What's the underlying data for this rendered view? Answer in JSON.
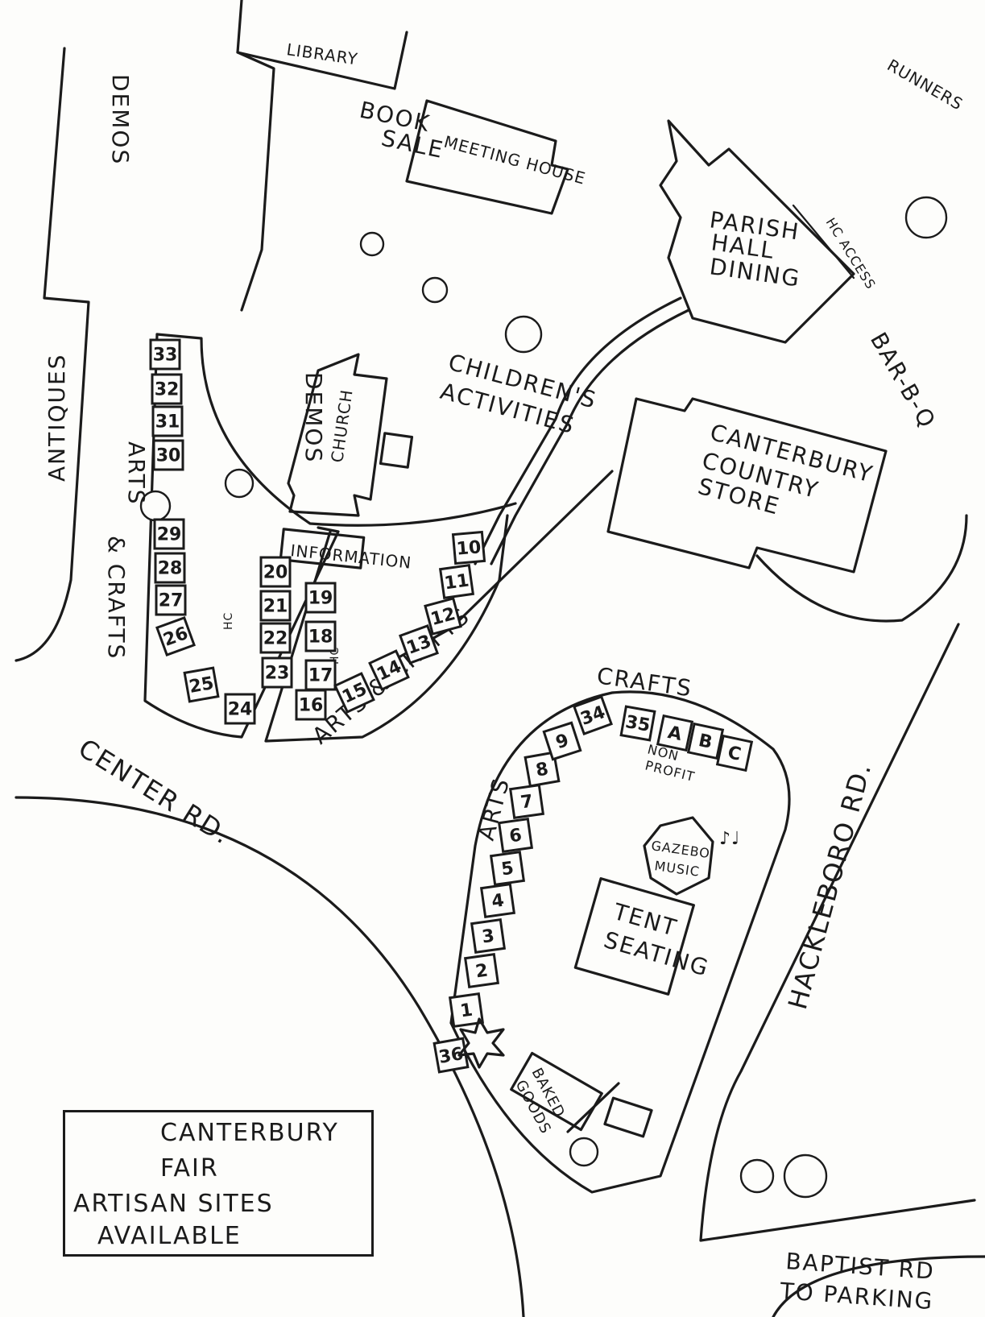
{
  "map": {
    "buildings": {
      "library": "LIBRARY",
      "meeting_house": "MEETING HOUSE",
      "parish_hall": [
        "PARISH",
        "HALL",
        "DINING"
      ],
      "church": "CHURCH",
      "country_store": [
        "CANTERBURY",
        "COUNTRY",
        "STORE"
      ],
      "information": "INFORMATION",
      "tent_seating": [
        "TENT",
        "SEATING"
      ],
      "gazebo": [
        "GAZEBO",
        "MUSIC"
      ],
      "baked_goods": [
        "BAKED",
        "GOODS"
      ]
    },
    "areas": {
      "demos_top": "DEMOS",
      "demos_church": "DEMOS",
      "antiques": "ANTIQUES",
      "book_sale": [
        "BOOK",
        "SALE"
      ],
      "runners": "RUNNERS",
      "hc_access": "HC ACCESS",
      "bar_b_q": "BAR-B-Q",
      "childrens_activities": [
        "CHILDREN'S",
        "ACTIVITIES"
      ],
      "arts_crafts_west": [
        "ARTS",
        "& CRAFTS"
      ],
      "arts_crafts_center": "ARTS & CRAFTS",
      "arts_crafts_south_arts": "ARTS",
      "arts_crafts_south_crafts": "CRAFTS",
      "non_profit": [
        "NON",
        "PROFIT"
      ],
      "hc_1": "HC",
      "hc_2": "HC"
    },
    "roads": {
      "center_rd": "CENTER RD.",
      "hackleboro_rd": "HACKLEBORO RD.",
      "baptist_rd": "BAPTIST RD",
      "to_parking": "TO PARKING"
    },
    "booths": {
      "west": [
        "33",
        "32",
        "31",
        "30",
        "29",
        "28",
        "27",
        "26",
        "25"
      ],
      "inner_left": [
        "20",
        "21",
        "22",
        "23",
        "24"
      ],
      "inner_right": [
        "19",
        "18",
        "17",
        "16"
      ],
      "arc": [
        "15",
        "14",
        "13",
        "12",
        "11",
        "10"
      ],
      "south": [
        "36",
        "1",
        "2",
        "3",
        "4",
        "5",
        "6",
        "7",
        "8",
        "9",
        "34",
        "35"
      ],
      "non_profit": [
        "A",
        "B",
        "C"
      ]
    }
  },
  "legend": {
    "line1": "CANTERBURY",
    "line2": "FAIR",
    "line3": "ARTISAN SITES",
    "line4": "AVAILABLE"
  }
}
